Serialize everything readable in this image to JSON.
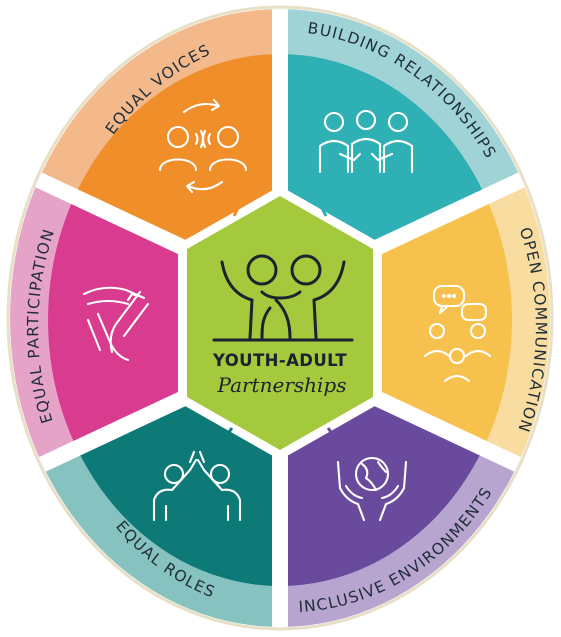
{
  "center": {
    "title": "YOUTH-ADULT",
    "subtitle": "Partnerships",
    "icon": "two-people-cheering-icon"
  },
  "segments": [
    {
      "id": "equal-voices",
      "label": "EQUAL VOICES",
      "icon": "conversation-icon",
      "band_color": "#f3b98a",
      "fill_color": "#f08e2a"
    },
    {
      "id": "building-relationships",
      "label": "BUILDING RELATIONSHIPS",
      "icon": "three-people-linked-icon",
      "band_color": "#9fd3d6",
      "fill_color": "#2fb0b4"
    },
    {
      "id": "open-communication",
      "label": "OPEN COMMUNICATION",
      "icon": "group-chat-icon",
      "band_color": "#f8dca0",
      "fill_color": "#f7c14e"
    },
    {
      "id": "inclusive-environments",
      "label": "INCLUSIVE ENVIRONMENTS",
      "icon": "hands-holding-globe-icon",
      "band_color": "#b7a5cf",
      "fill_color": "#6a4a9c"
    },
    {
      "id": "equal-roles",
      "label": "EQUAL ROLES",
      "icon": "high-five-icon",
      "band_color": "#86c2bf",
      "fill_color": "#0d7a78"
    },
    {
      "id": "equal-participation",
      "label": "EQUAL PARTICIPATION",
      "icon": "stacked-hands-icon",
      "band_color": "#e6a3c8",
      "fill_color": "#d93b8f"
    }
  ],
  "colors": {
    "center_fill": "#a4c93c",
    "outer_ring": "#e7dfc6",
    "connector": "#f3ecd8"
  }
}
